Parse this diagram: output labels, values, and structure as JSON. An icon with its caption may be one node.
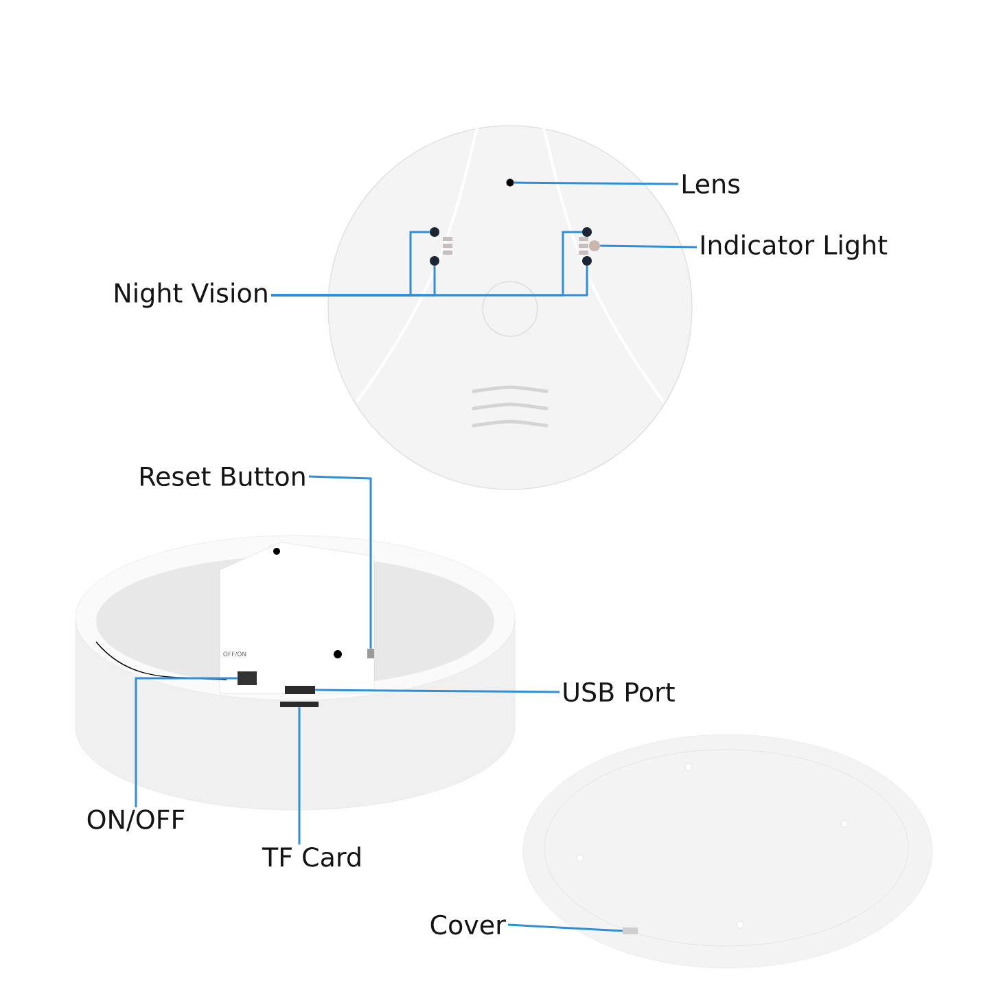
{
  "diagram": {
    "nodes": [
      {
        "text": [
          "Lens"
        ]
      },
      {
        "text": [
          "Indicator Light"
        ]
      },
      {
        "text": [
          "Night Vision"
        ]
      },
      {
        "text": [
          "Reset Button"
        ]
      },
      {
        "text": [
          "USB Port"
        ]
      },
      {
        "text": [
          "ON/OFF"
        ]
      },
      {
        "text": [
          "TF Card"
        ]
      },
      {
        "text": [
          "Cover"
        ]
      },
      {
        "text": [],
        "shape": "circle"
      },
      {
        "text": [],
        "shape": "circle"
      },
      {
        "text": [],
        "shape": "circle"
      },
      {
        "text": [],
        "shape": "circle"
      },
      {
        "text": [],
        "shape": "circle"
      },
      {
        "text": [],
        "shape": "circle"
      },
      {
        "text": [],
        "shape": "box"
      },
      {
        "text": [],
        "shape": "box"
      },
      {
        "text": [],
        "shape": "box"
      },
      {
        "text": [],
        "shape": "box"
      },
      {
        "text": [],
        "shape": "box"
      }
    ],
    "edges": [
      {
        "from": 0,
        "to": 8,
        "arrow": "none"
      },
      {
        "from": 1,
        "to": 9,
        "arrow": "none"
      },
      {
        "from": 2,
        "to": 10,
        "arrow": "none"
      },
      {
        "from": 2,
        "to": 11,
        "arrow": "none"
      },
      {
        "from": 2,
        "to": 12,
        "arrow": "none"
      },
      {
        "from": 2,
        "to": 13,
        "arrow": "none"
      },
      {
        "from": 3,
        "to": 14,
        "arrow": "none"
      },
      {
        "from": 4,
        "to": 15,
        "arrow": "none"
      },
      {
        "from": 5,
        "to": 16,
        "arrow": "none"
      },
      {
        "from": 6,
        "to": 17,
        "arrow": "none"
      },
      {
        "from": 7,
        "to": 18,
        "arrow": "none"
      }
    ],
    "labels": [
      "OFF/ON"
    ]
  }
}
